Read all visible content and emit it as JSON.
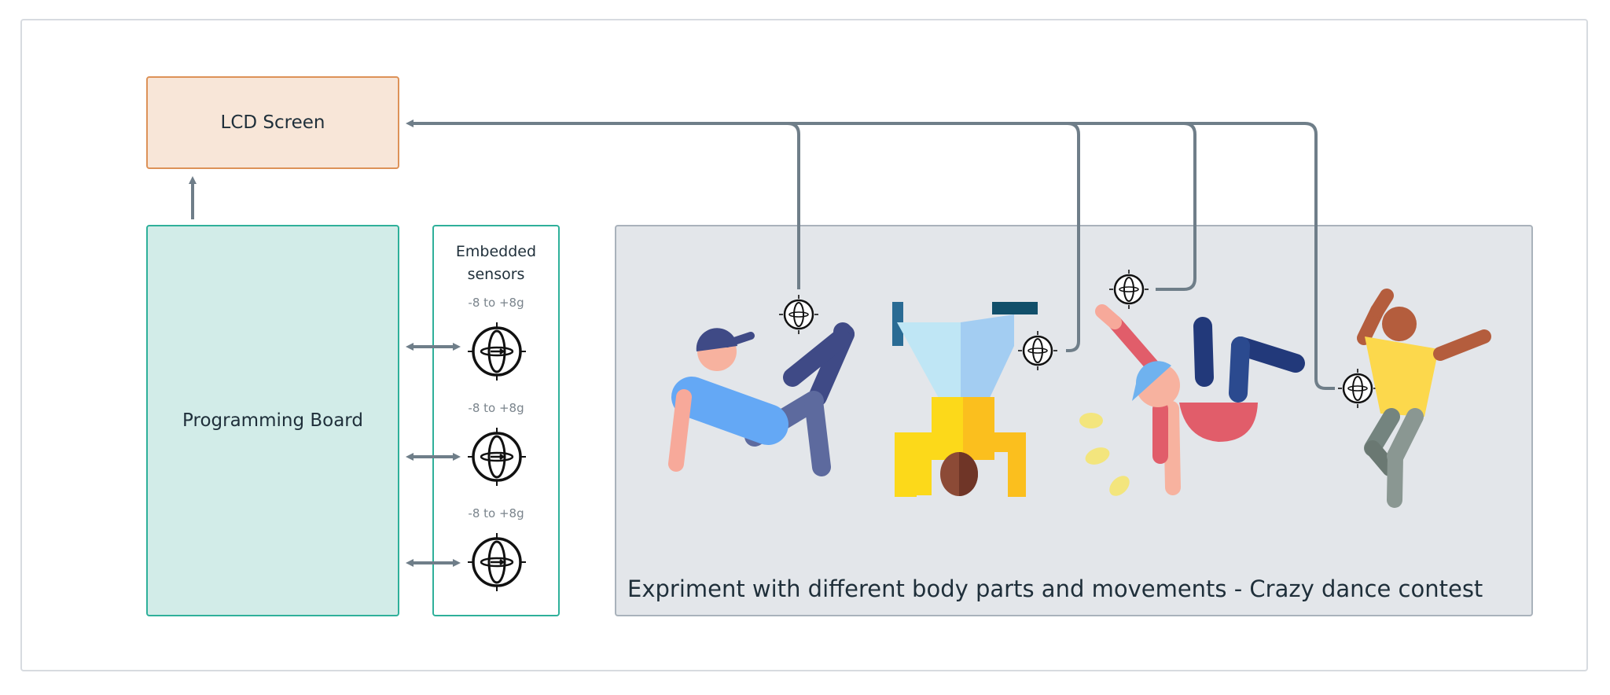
{
  "lcd": {
    "label": "LCD Screen"
  },
  "board": {
    "label": "Programming Board"
  },
  "sensors": {
    "title_line1": "Embedded",
    "title_line2": "sensors",
    "items": [
      {
        "range": "-8 to +8g",
        "icon": "gyroscope-icon"
      },
      {
        "range": "-8 to +8g",
        "icon": "gyroscope-icon"
      },
      {
        "range": "-8 to +8g",
        "icon": "gyroscope-icon"
      }
    ]
  },
  "contest": {
    "caption": "Expriment with different body parts and movements - Crazy dance contest",
    "dancers": [
      {
        "icon": "breakdancer-cap-icon"
      },
      {
        "icon": "handstand-dancer-icon"
      },
      {
        "icon": "freeze-dancer-icon"
      },
      {
        "icon": "jumping-dancer-icon"
      }
    ]
  },
  "colors": {
    "connector": "#6f7e89",
    "teal": "#2fb09a",
    "orange": "#dd9258"
  }
}
